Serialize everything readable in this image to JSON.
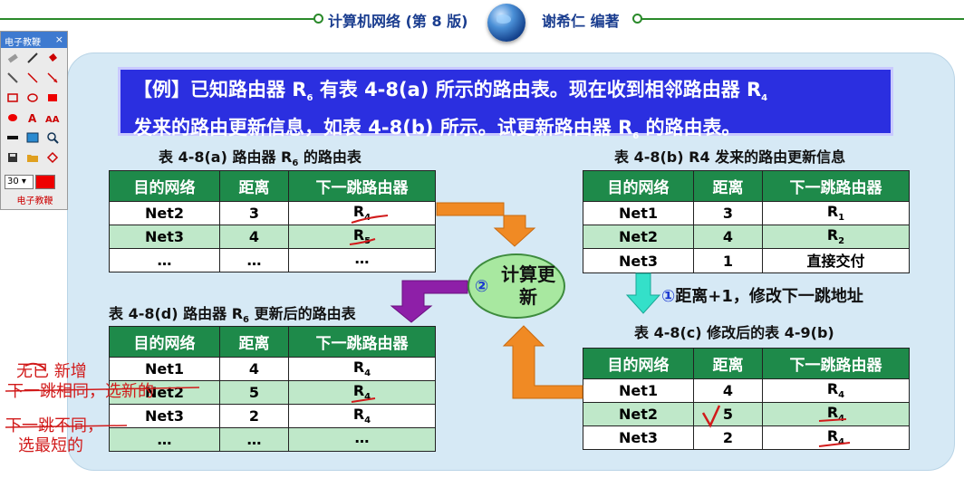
{
  "header": {
    "book_title": "计算机网络 (第 8 版)",
    "author": "谢希仁 编著"
  },
  "banner": {
    "line1": "【例】已知路由器 R",
    "line1_sub": "6",
    "line1_rest": " 有表 4-8(a) 所示的路由表。现在收到相邻路由器 R",
    "line1_sub2": "4",
    "line2": "发来的路由更新信息，如表 4-8(b) 所示。试更新路由器 R",
    "line2_sub": "6",
    "line2_rest": " 的路由表。"
  },
  "tables": {
    "a": {
      "caption_pre": "表 4-8(a)  路由器 R",
      "caption_sub": "6",
      "caption_post": " 的路由表",
      "headers": [
        "目的网络",
        "距离",
        "下一跳路由器"
      ],
      "rows": [
        {
          "net": "Net2",
          "dist": "3",
          "hop": "R",
          "hop_sub": "4"
        },
        {
          "net": "Net3",
          "dist": "4",
          "hop": "R",
          "hop_sub": "5"
        },
        {
          "net": "…",
          "dist": "…",
          "hop": "…",
          "hop_sub": ""
        }
      ]
    },
    "b": {
      "caption": "表 4-8(b)  R4 发来的路由更新信息",
      "headers": [
        "目的网络",
        "距离",
        "下一跳路由器"
      ],
      "rows": [
        {
          "net": "Net1",
          "dist": "3",
          "hop": "R",
          "hop_sub": "1"
        },
        {
          "net": "Net2",
          "dist": "4",
          "hop": "R",
          "hop_sub": "2"
        },
        {
          "net": "Net3",
          "dist": "1",
          "hop": "直接交付",
          "hop_sub": ""
        }
      ]
    },
    "c": {
      "caption": "表 4-8(c)  修改后的表 4-9(b)",
      "headers": [
        "目的网络",
        "距离",
        "下一跳路由器"
      ],
      "rows": [
        {
          "net": "Net1",
          "dist": "4",
          "hop": "R",
          "hop_sub": "4"
        },
        {
          "net": "Net2",
          "dist": "5",
          "hop": "R",
          "hop_sub": "4"
        },
        {
          "net": "Net3",
          "dist": "2",
          "hop": "R",
          "hop_sub": "4"
        }
      ]
    },
    "d": {
      "caption_pre": "表 4-8(d)  路由器 R",
      "caption_sub": "6",
      "caption_post": " 更新后的路由表",
      "headers": [
        "目的网络",
        "距离",
        "下一跳路由器"
      ],
      "rows": [
        {
          "net": "Net1",
          "dist": "4",
          "hop": "R",
          "hop_sub": "4"
        },
        {
          "net": "Net2",
          "dist": "5",
          "hop": "R",
          "hop_sub": "4"
        },
        {
          "net": "Net3",
          "dist": "2",
          "hop": "R",
          "hop_sub": "4"
        },
        {
          "net": "…",
          "dist": "…",
          "hop": "…",
          "hop_sub": ""
        }
      ]
    }
  },
  "bubble": {
    "num": "②",
    "text": "计算更新"
  },
  "note": {
    "num": "①",
    "text": "距离+1，修改下一跳地址"
  },
  "toolbox": {
    "title": "电子教鞭",
    "close": "×",
    "size_value": "30",
    "label": "电子教鞭"
  },
  "handwriting": {
    "line1": "无已 新增",
    "line2": "下一跳相同，选新的",
    "line3": "下一跳不同，",
    "line4": "选最短的"
  },
  "colors": {
    "header_green": "#1e8a4a",
    "alt_row": "#bfe8c9",
    "banner_blue": "#2b2fe0",
    "arrow_orange": "#f08a24",
    "arrow_purple": "#8e1fa8",
    "arrow_cyan": "#34e0c9",
    "ink_red": "#d11a1a"
  }
}
